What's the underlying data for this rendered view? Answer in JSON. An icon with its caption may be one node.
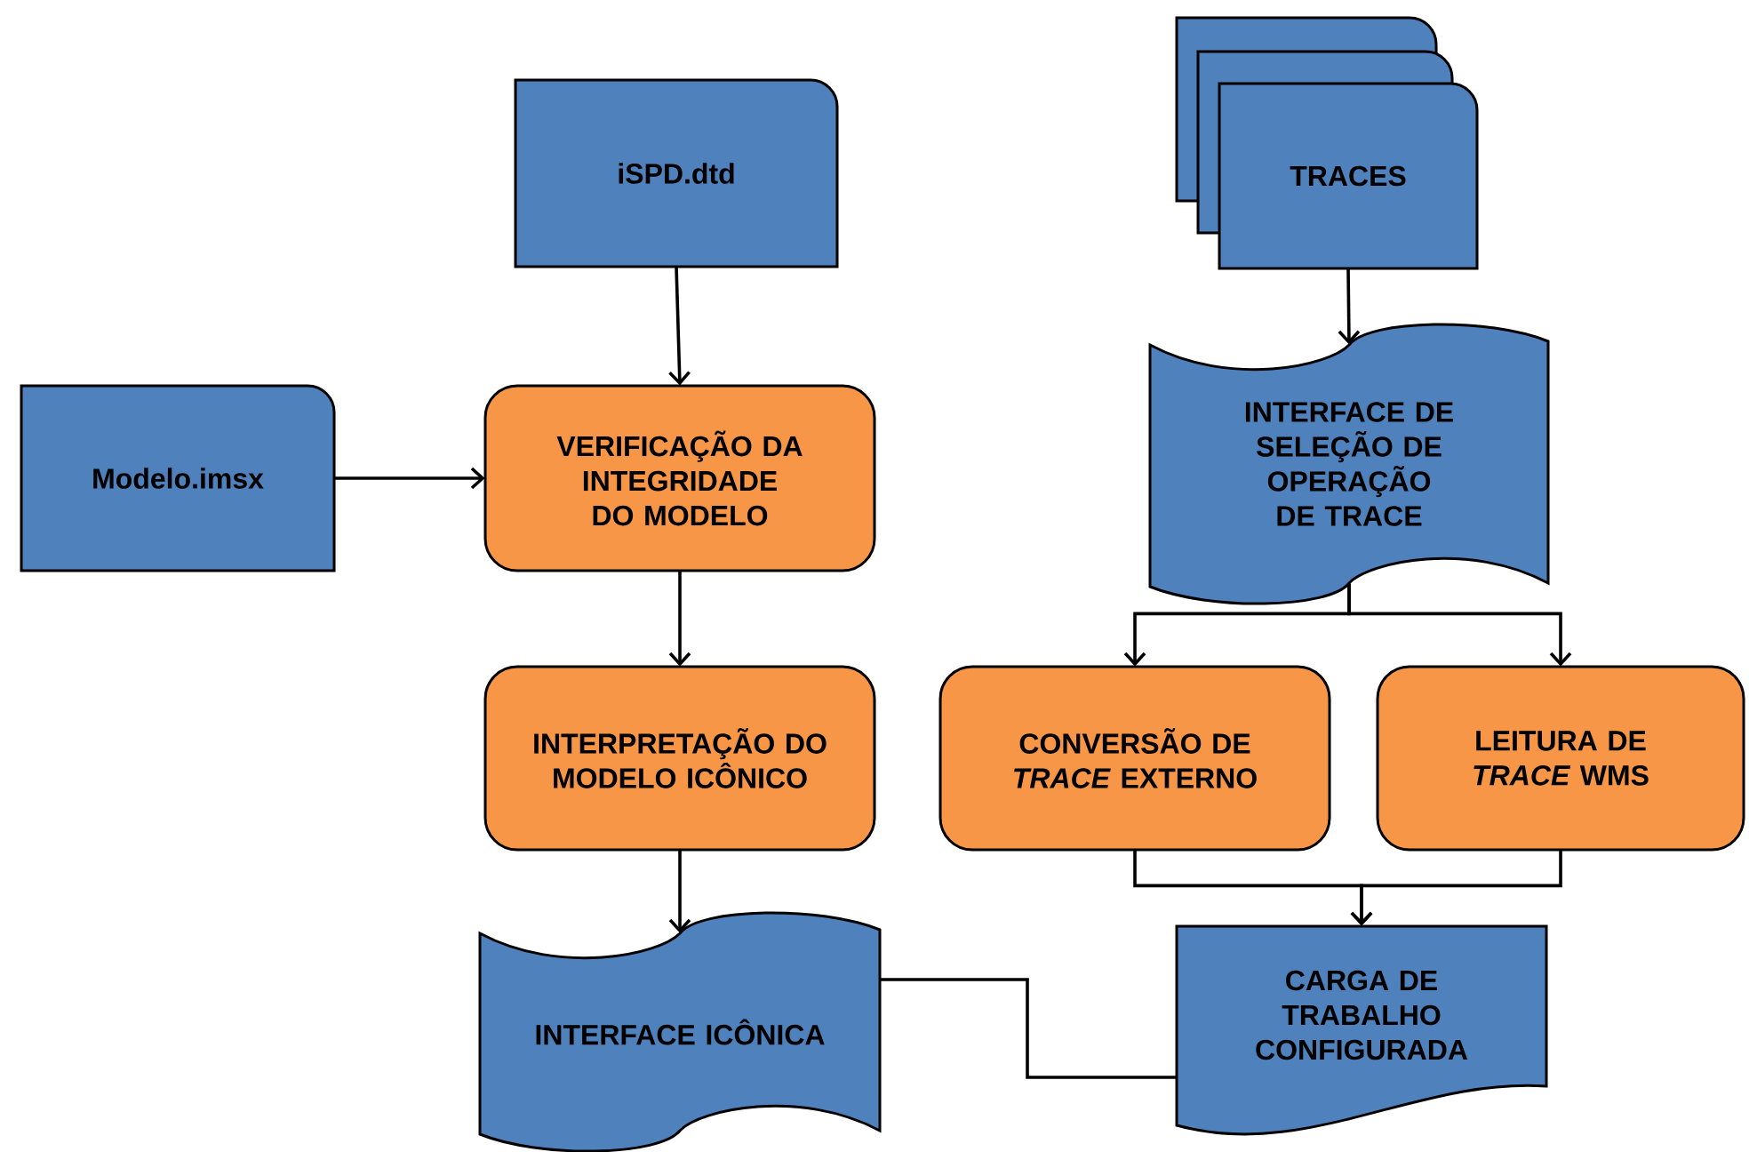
{
  "diagram": {
    "nodes": [
      {
        "text": [
          "iSPD.dtd"
        ]
      },
      {
        "text": [
          "Modelo.imsx"
        ]
      },
      {
        "text": [
          "VERIFICAÇÃO DA INTEGRIDADE DO MODELO"
        ]
      },
      {
        "text": [
          "INTERPRETAÇÃO DO MODELO ICÔNICO"
        ]
      },
      {
        "text": [
          "INTERFACE ICÔNICA"
        ]
      },
      {
        "text": [
          "TRACES"
        ]
      },
      {
        "text": [
          "INTERFACE DE SELEÇÃO DE OPERAÇÃO DE TRACE"
        ]
      },
      {
        "text": [
          "CONVERSÃO DE *TRACE* EXTERNO"
        ]
      },
      {
        "text": [
          "LEITURA DE *TRACE* WMS"
        ]
      },
      {
        "text": [
          "CARGA DE TRABALHO CONFIGURADA"
        ]
      }
    ],
    "edges": [
      {
        "from": 0,
        "to": 2,
        "arrow": "to"
      },
      {
        "from": 1,
        "to": 2,
        "arrow": "to"
      },
      {
        "from": 2,
        "to": 3,
        "arrow": "to"
      },
      {
        "from": 3,
        "to": 4,
        "arrow": "to"
      },
      {
        "from": 5,
        "to": 6,
        "arrow": "to"
      },
      {
        "from": 6,
        "to": 7,
        "arrow": "to"
      },
      {
        "from": 6,
        "to": 8,
        "arrow": "to"
      },
      {
        "from": 7,
        "to": 9,
        "arrow": "to"
      },
      {
        "from": 8,
        "to": 9,
        "arrow": "to"
      },
      {
        "from": 4,
        "to": 9,
        "arrow": "none"
      }
    ]
  }
}
